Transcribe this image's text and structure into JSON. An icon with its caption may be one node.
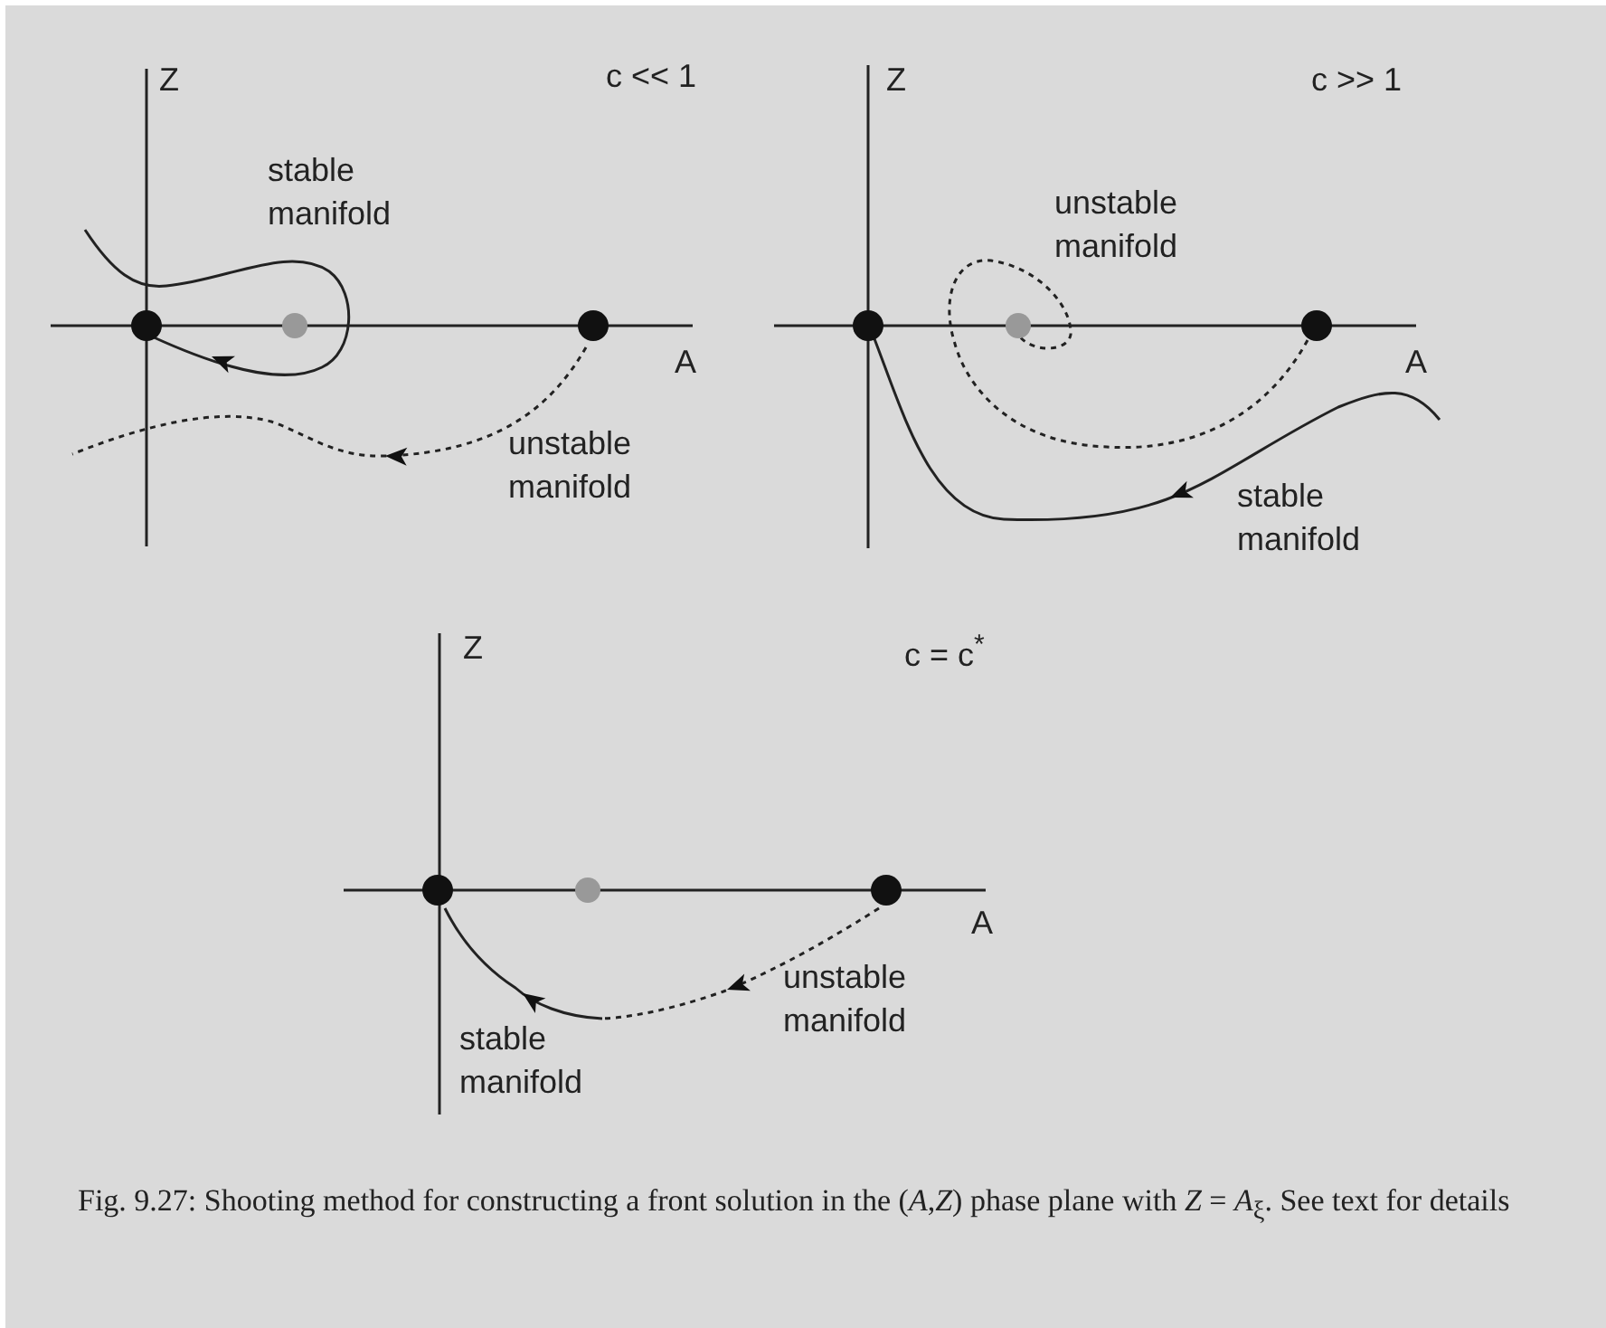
{
  "diagram": {
    "caption": "Fig. 9.27: Shooting method for constructing a front solution in the (*A*,*Z*) phase plane with *Z* = *A*$_{ξ}$. See text for details",
    "labels": [
      "Z",
      "c << 1",
      "stable manifold",
      "A",
      "unstable manifold",
      "Z",
      "c >> 1",
      "unstable manifold",
      "A",
      "stable manifold",
      "Z",
      "c = c$^{*}$",
      "A",
      "unstable manifold",
      "stable manifold"
    ]
  }
}
